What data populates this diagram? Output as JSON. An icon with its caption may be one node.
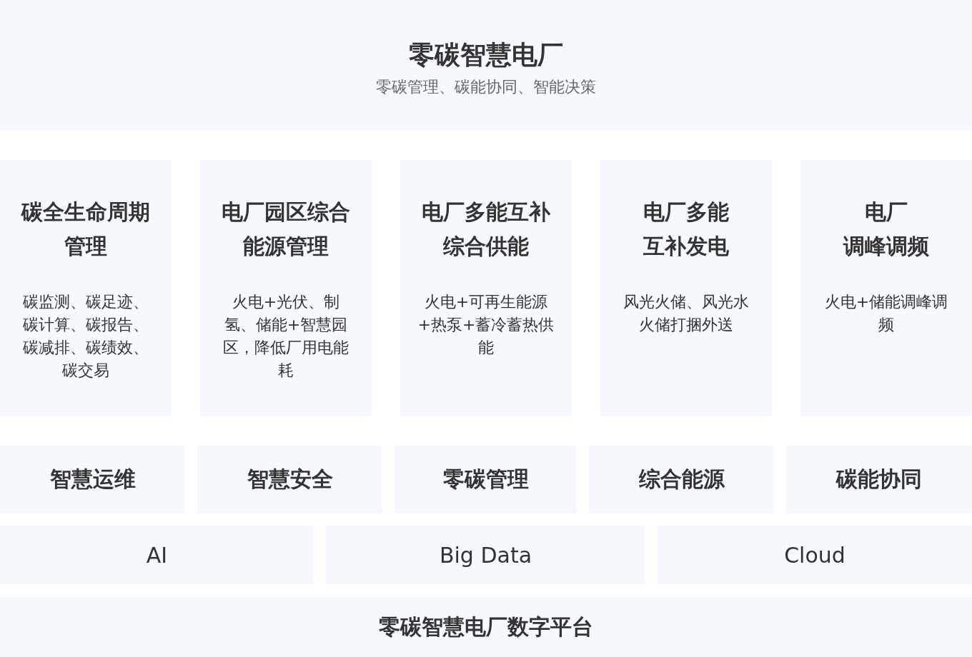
{
  "diagram": {
    "nodes": [
      {
        "text": [
          "零碳智慧电厂",
          "零碳管理、碳能协同、智能决策"
        ]
      },
      {
        "text": [
          "碳全生命周期管理",
          "碳监测、碳足迹、碳计算、碳报告、碳减排、碳绩效、碳交易"
        ]
      },
      {
        "text": [
          "电厂园区综合能源管理",
          "火电+光伏、制氢、储能+智慧园区，降低厂用电能耗"
        ]
      },
      {
        "text": [
          "电厂多能互补综合供能",
          "火电+可再生能源+热泵+蓄冷蓄热供能"
        ]
      },
      {
        "text": [
          "电厂多能互补发电",
          "风光火储、风光水火储打捆外送"
        ]
      },
      {
        "text": [
          "电厂调峰调频",
          "火电+储能调峰调频"
        ]
      },
      {
        "text": [
          "智慧运维"
        ]
      },
      {
        "text": [
          "智慧安全"
        ]
      },
      {
        "text": [
          "零碳管理"
        ]
      },
      {
        "text": [
          "综合能源"
        ]
      },
      {
        "text": [
          "碳能协同"
        ]
      },
      {
        "text": [
          "AI"
        ]
      },
      {
        "text": [
          "Big Data"
        ]
      },
      {
        "text": [
          "Cloud"
        ]
      },
      {
        "text": [
          "零碳智慧电厂数字平台"
        ]
      }
    ]
  }
}
